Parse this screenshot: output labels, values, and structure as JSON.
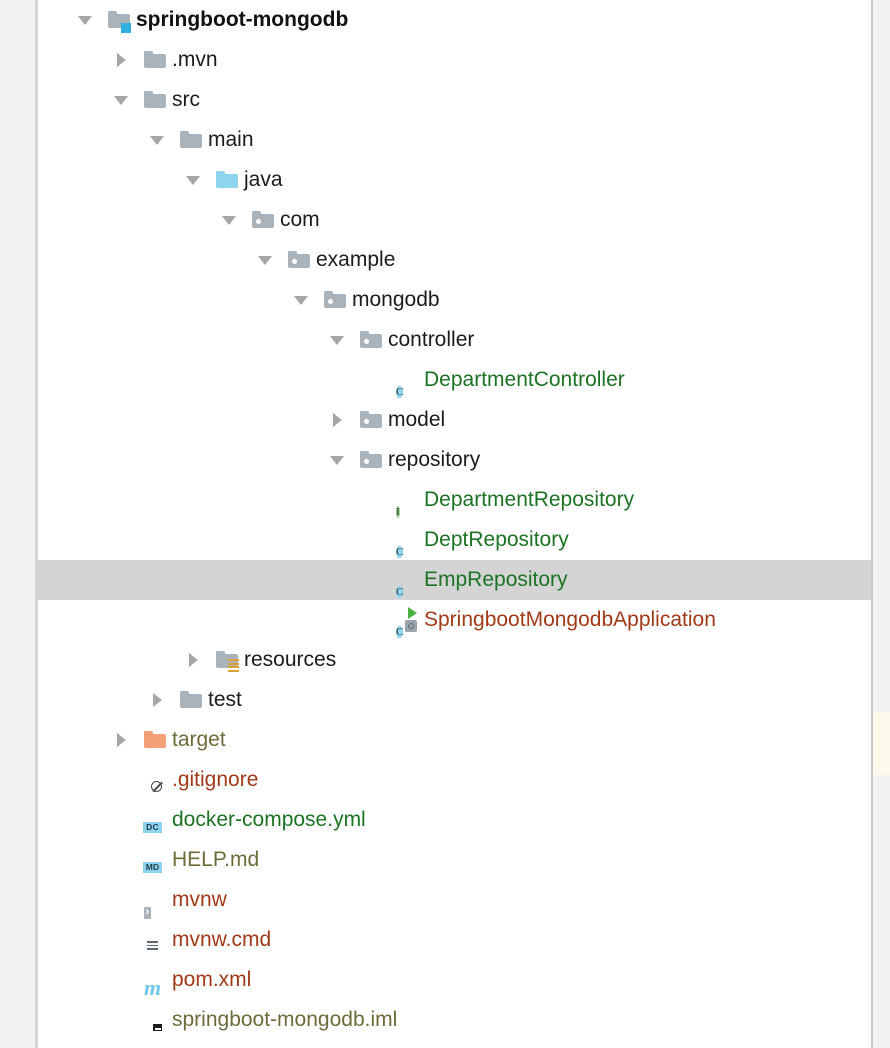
{
  "window": {
    "app": "IntelliJ IDEA",
    "panel": "Project tool window",
    "selected_item": "EmpRepository"
  },
  "colors": {
    "selection": "#d4d4d4",
    "text_default": "#1c1c1c",
    "text_java_class": "#1d7324",
    "text_modified": "#a13a18",
    "text_ignored": "#6e6b3b",
    "folder_grey": "#a9b3bb",
    "folder_source": "#8ed4ef",
    "folder_excluded": "#f2a077",
    "badge_module": "#2fb0e0",
    "scroll_marker": "#fbfaeb"
  },
  "tree": {
    "rows": [
      {
        "label": "springboot-mongodb",
        "depth": 0,
        "arrow": "open",
        "icon": "module-folder-icon",
        "style": "bold"
      },
      {
        "label": ".mvn",
        "depth": 1,
        "arrow": "closed",
        "icon": "folder-icon",
        "style": "plain"
      },
      {
        "label": "src",
        "depth": 1,
        "arrow": "open",
        "icon": "folder-icon",
        "style": "plain"
      },
      {
        "label": "main",
        "depth": 2,
        "arrow": "open",
        "icon": "folder-icon",
        "style": "plain"
      },
      {
        "label": "java",
        "depth": 3,
        "arrow": "open",
        "icon": "source-folder-icon",
        "style": "plain"
      },
      {
        "label": "com",
        "depth": 4,
        "arrow": "open",
        "icon": "package-icon",
        "style": "plain"
      },
      {
        "label": "example",
        "depth": 5,
        "arrow": "open",
        "icon": "package-icon",
        "style": "plain"
      },
      {
        "label": "mongodb",
        "depth": 6,
        "arrow": "open",
        "icon": "package-icon",
        "style": "plain"
      },
      {
        "label": "controller",
        "depth": 7,
        "arrow": "open",
        "icon": "package-icon",
        "style": "plain"
      },
      {
        "label": "DepartmentController",
        "depth": 8,
        "arrow": "none",
        "icon": "java-class-icon",
        "style": "green"
      },
      {
        "label": "model",
        "depth": 7,
        "arrow": "closed",
        "icon": "package-icon",
        "style": "plain"
      },
      {
        "label": "repository",
        "depth": 7,
        "arrow": "open",
        "icon": "package-icon",
        "style": "plain"
      },
      {
        "label": "DepartmentRepository",
        "depth": 8,
        "arrow": "none",
        "icon": "java-interface-icon",
        "style": "green"
      },
      {
        "label": "DeptRepository",
        "depth": 8,
        "arrow": "none",
        "icon": "java-class-icon",
        "style": "green"
      },
      {
        "label": "EmpRepository",
        "depth": 8,
        "arrow": "none",
        "icon": "java-class-icon",
        "style": "green",
        "selected": true
      },
      {
        "label": "SpringbootMongodbApplication",
        "depth": 8,
        "arrow": "none",
        "icon": "spring-boot-run-class-icon",
        "style": "red"
      },
      {
        "label": "resources",
        "depth": 3,
        "arrow": "closed",
        "icon": "resources-folder-icon",
        "style": "plain"
      },
      {
        "label": "test",
        "depth": 2,
        "arrow": "closed",
        "icon": "folder-icon",
        "style": "plain"
      },
      {
        "label": "target",
        "depth": 1,
        "arrow": "closed",
        "icon": "excluded-folder-icon",
        "style": "olive"
      },
      {
        "label": ".gitignore",
        "depth": 1,
        "arrow": "none",
        "icon": "ignored-file-icon",
        "style": "red"
      },
      {
        "label": "docker-compose.yml",
        "depth": 1,
        "arrow": "none",
        "icon": "docker-compose-file-icon",
        "style": "green",
        "badge": "DC"
      },
      {
        "label": "HELP.md",
        "depth": 1,
        "arrow": "none",
        "icon": "markdown-file-icon",
        "style": "olive",
        "badge": "MD"
      },
      {
        "label": "mvnw",
        "depth": 1,
        "arrow": "none",
        "icon": "shell-script-icon",
        "style": "red",
        "glyph": "›"
      },
      {
        "label": "mvnw.cmd",
        "depth": 1,
        "arrow": "none",
        "icon": "text-file-icon",
        "style": "red"
      },
      {
        "label": "pom.xml",
        "depth": 1,
        "arrow": "none",
        "icon": "maven-file-icon",
        "style": "red",
        "glyph": "m"
      },
      {
        "label": "springboot-mongodb.iml",
        "depth": 1,
        "arrow": "none",
        "icon": "iml-module-file-icon",
        "style": "olive"
      }
    ]
  }
}
